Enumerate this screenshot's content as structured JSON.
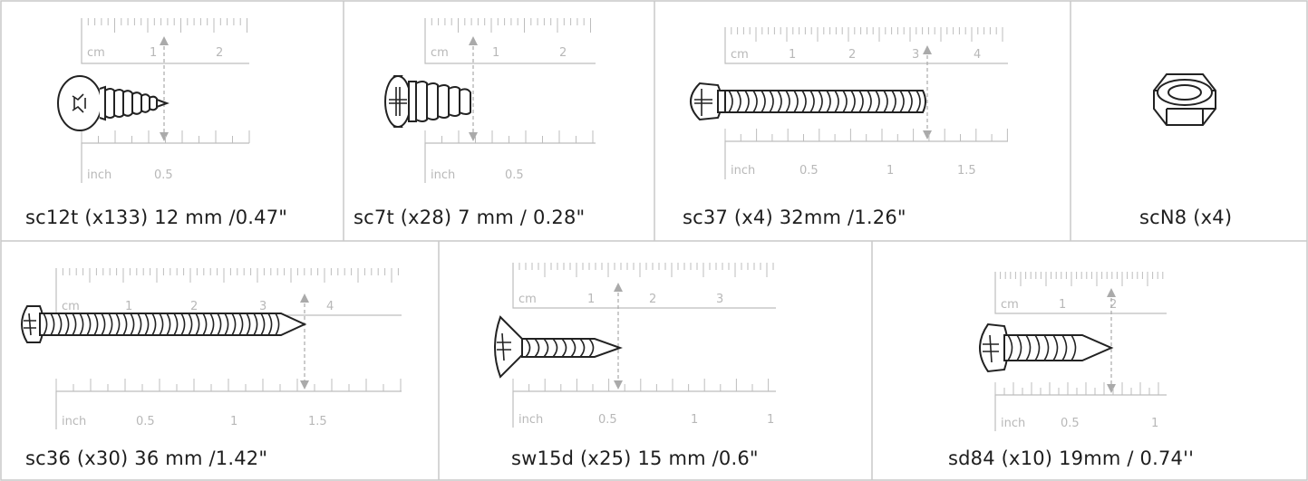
{
  "ruler_labels": {
    "cm": "cm",
    "inch": "inch"
  },
  "parts": [
    {
      "id": "sc12t",
      "caption": "sc12t (x133) 12 mm /0.47\"",
      "icon": "pan-head-screw-icon",
      "cm_ticks": [
        "1",
        "2"
      ],
      "inch_ticks": [
        "0.5"
      ]
    },
    {
      "id": "sc7t",
      "caption": "sc7t (x28) 7 mm / 0.28\"",
      "icon": "flange-head-screw-icon",
      "cm_ticks": [
        "1",
        "2"
      ],
      "inch_ticks": [
        "0.5"
      ]
    },
    {
      "id": "sc37",
      "caption": "sc37 (x4) 32mm /1.26\"",
      "icon": "long-pan-head-screw-icon",
      "cm_ticks": [
        "1",
        "2",
        "3",
        "4"
      ],
      "inch_ticks": [
        "0.5",
        "1",
        "1.5"
      ]
    },
    {
      "id": "scN8",
      "caption": "scN8 (x4)",
      "icon": "hex-nut-icon",
      "cm_ticks": [],
      "inch_ticks": []
    },
    {
      "id": "sc36",
      "caption": "sc36 (x30) 36 mm /1.42\"",
      "icon": "long-pointed-screw-icon",
      "cm_ticks": [
        "1",
        "2",
        "3",
        "4"
      ],
      "inch_ticks": [
        "0.5",
        "1",
        "1.5"
      ]
    },
    {
      "id": "sw15d",
      "caption": "sw15d (x25) 15 mm /0.6\"",
      "icon": "countersunk-screw-icon",
      "cm_ticks": [
        "1",
        "2",
        "3"
      ],
      "inch_ticks": [
        "0.5",
        "1",
        "1"
      ]
    },
    {
      "id": "sd84",
      "caption": "sd84 (x10) 19mm / 0.74''",
      "icon": "pointed-pan-head-screw-icon",
      "cm_ticks": [
        "1",
        "2"
      ],
      "inch_ticks": [
        "0.5",
        "1"
      ]
    }
  ]
}
